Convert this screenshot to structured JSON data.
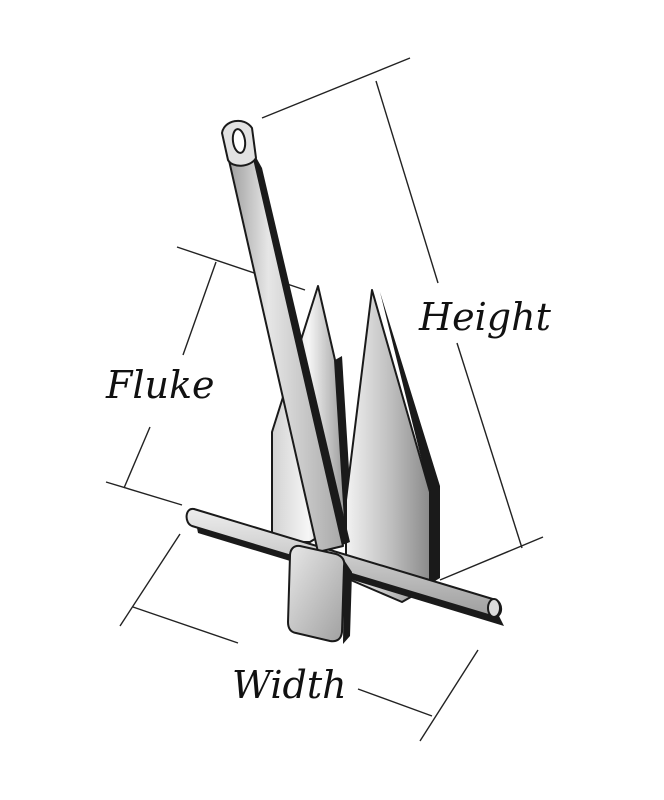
{
  "labels": {
    "height": "Height",
    "fluke": "Fluke",
    "width": "Width"
  },
  "colors": {
    "outline": "#1a1a1a",
    "metal_light": "#f4f4f4",
    "metal_mid": "#c9c9c9",
    "metal_dark": "#8e8e8e",
    "shadow": "#1a1a1a",
    "dimension_line": "#222222"
  }
}
